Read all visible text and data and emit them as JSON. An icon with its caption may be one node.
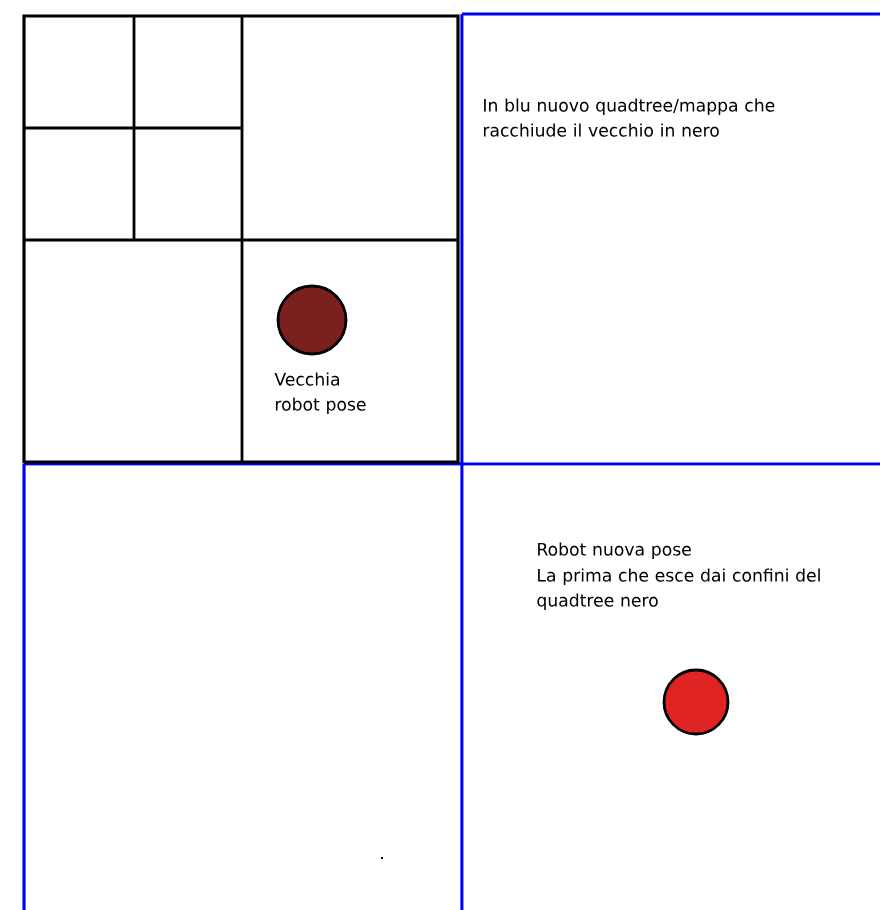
{
  "diagram": {
    "nodes": [
      {
        "text": [],
        "shape": "circle",
        "beside": [
          "Vecchia robot pose"
        ]
      },
      {
        "text": [],
        "shape": "circle",
        "beside": [
          "Robot nuova pose",
          "La prima che esce dai confini del quadtree nero"
        ]
      }
    ],
    "labels": [
      "In blu nuovo quadtree/mappa che racchiude il vecchio in nero"
    ]
  }
}
